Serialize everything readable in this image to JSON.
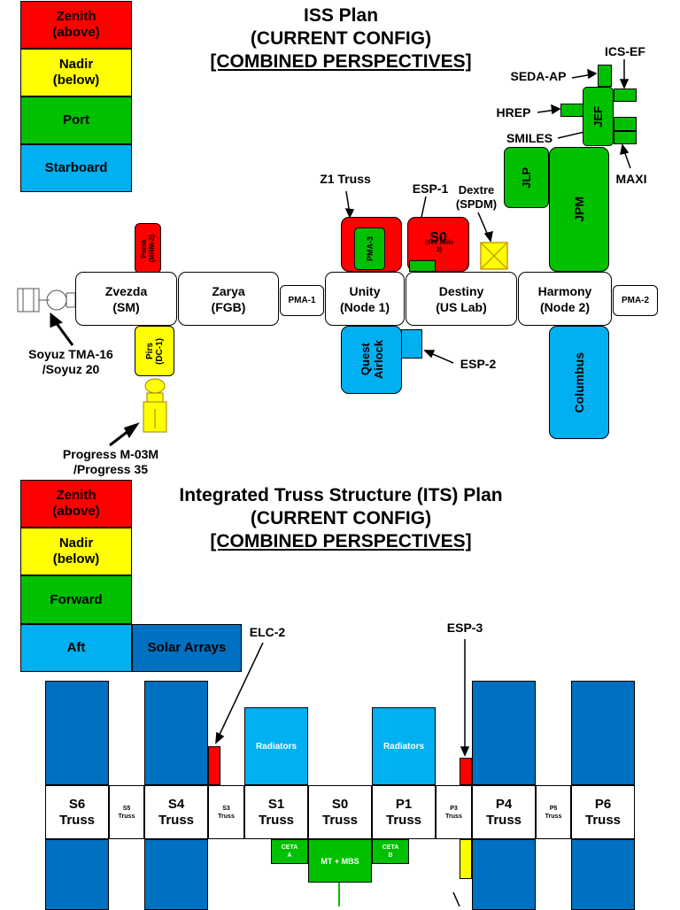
{
  "iss": {
    "legend": [
      {
        "label": "Zenith\n(above)",
        "color": "#ff0000"
      },
      {
        "label": "Nadir\n(below)",
        "color": "#ffff00"
      },
      {
        "label": "Port",
        "color": "#00c000"
      },
      {
        "label": "Starboard",
        "color": "#00b0f0"
      }
    ],
    "title": [
      "ISS Plan",
      "(CURRENT CONFIG)",
      "[COMBINED PERSPECTIVES]"
    ],
    "modules": {
      "zvezda": "Zvezda\n(SM)",
      "zarya": "Zarya\n(FGB)",
      "pma1": "PMA-1",
      "unity": "Unity\n(Node 1)",
      "destiny": "Destiny\n(US Lab)",
      "harmony": "Harmony\n(Node 2)",
      "pma2": "PMA-2",
      "pma3": "PMA-3",
      "s0": "S0",
      "s0_note": "(See slide\n2)",
      "quest": "Quest\nAirlock",
      "columbus": "Columbus",
      "jpm": "JPM",
      "jlp": "JLP",
      "jef": "JEF",
      "pirs": "Pirs\n(DC-1)",
      "poisk": "Poisk\n(MRM-2)"
    },
    "labels": {
      "soyuz": "Soyuz TMA-16\n/Soyuz 20",
      "progress": "Progress M-03M\n/Progress 35",
      "z1": "Z1 Truss",
      "esp1": "ESP-1",
      "dextre": "Dextre\n(SPDM)",
      "esp2": "ESP-2",
      "ics_ef": "ICS-EF",
      "seda_ap": "SEDA-AP",
      "hrep": "HREP",
      "smiles": "SMILES",
      "maxi": "MAXI"
    }
  },
  "its": {
    "legend": [
      {
        "label": "Zenith\n(above)",
        "color": "#ff0000"
      },
      {
        "label": "Nadir\n(below)",
        "color": "#ffff00"
      },
      {
        "label": "Forward",
        "color": "#00c000"
      },
      {
        "label": "Aft",
        "color": "#00b0f0"
      },
      {
        "label": "Solar Arrays",
        "color": "#0070c0"
      }
    ],
    "title": [
      "Integrated Truss Structure (ITS) Plan",
      "(CURRENT CONFIG)",
      "[COMBINED PERSPECTIVES]"
    ],
    "segments": [
      {
        "label": "S6\nTruss",
        "small": false
      },
      {
        "label": "S5\nTruss",
        "small": true
      },
      {
        "label": "S4\nTruss",
        "small": false
      },
      {
        "label": "S3\nTruss",
        "small": true
      },
      {
        "label": "S1\nTruss",
        "small": false
      },
      {
        "label": "S0\nTruss",
        "small": false
      },
      {
        "label": "P1\nTruss",
        "small": false
      },
      {
        "label": "P3\nTruss",
        "small": true
      },
      {
        "label": "P4\nTruss",
        "small": false
      },
      {
        "label": "P5\nTruss",
        "small": true
      },
      {
        "label": "P6\nTruss",
        "small": false
      }
    ],
    "radiators": [
      "Radiators",
      "Radiators"
    ],
    "cetaA": "CETA\nA",
    "cetaB": "CETA\nB",
    "mt": "MT + MBS",
    "elc2": "ELC-2",
    "esp3": "ESP-3"
  }
}
